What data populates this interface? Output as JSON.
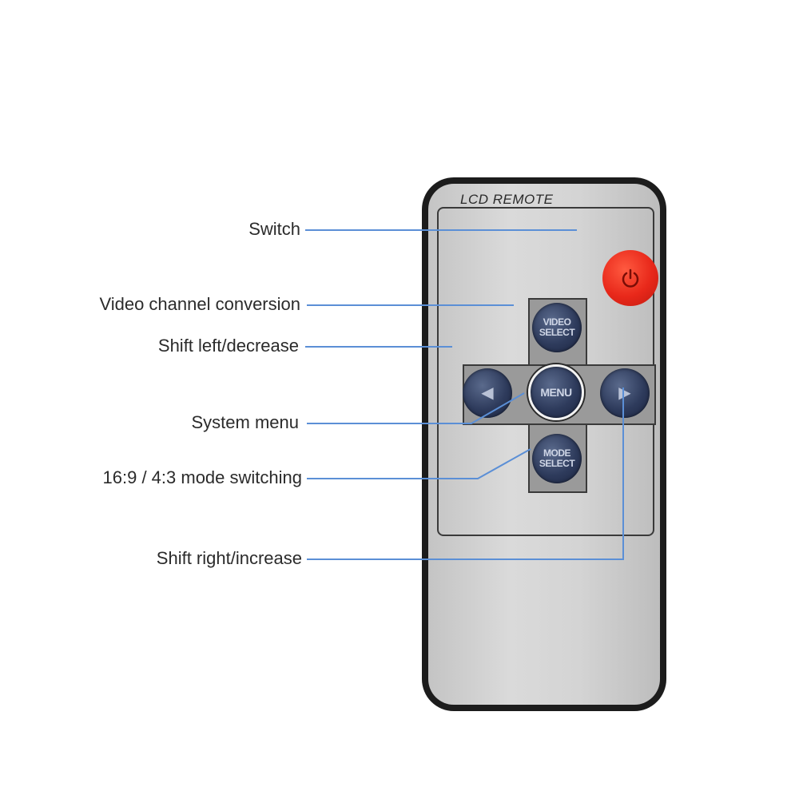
{
  "remote": {
    "title": "LCD REMOTE",
    "buttons": {
      "video_select": [
        "VIDEO",
        "SELECT"
      ],
      "menu": "MENU",
      "mode_select": [
        "MODE",
        "SELECT"
      ],
      "left_arrow": "◀",
      "right_arrow": "▶",
      "power_icon": "power-icon"
    },
    "colors": {
      "body": "#1c1c1c",
      "face": "#d4d4d4",
      "nav_button": "#2e3b5c",
      "power_button": "#e8281a",
      "leader_line": "#5b8fd6"
    }
  },
  "callouts": [
    {
      "id": "switch",
      "label": "Switch"
    },
    {
      "id": "video",
      "label": "Video channel conversion"
    },
    {
      "id": "left",
      "label": "Shift left/decrease"
    },
    {
      "id": "menu",
      "label": "System menu"
    },
    {
      "id": "mode",
      "label": "16:9 / 4:3 mode switching"
    },
    {
      "id": "right",
      "label": "Shift right/increase"
    }
  ]
}
